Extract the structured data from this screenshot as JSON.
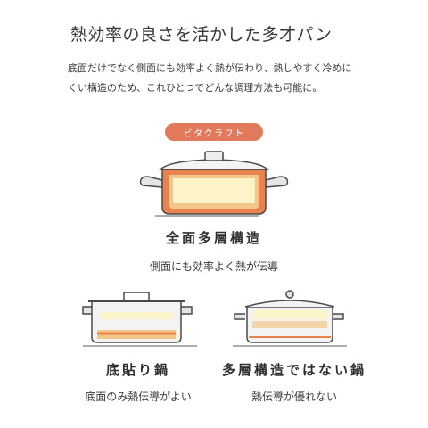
{
  "title": "熱効率の良さを活かした多才パン",
  "description": [
    "底面だけでなく側面にも効率よく熱が伝わり、熱しやすく冷めに",
    "くい構造のため、これひとつでどんな調理方法も可能に。"
  ],
  "badge": "ビタクラフト",
  "sections": {
    "full": {
      "heading": "全面多層構造",
      "caption": "側面にも効率よく熱が伝導"
    },
    "bottom": {
      "heading": "底貼り鍋",
      "caption": "底面のみ熱伝導がよい"
    },
    "non": {
      "heading": "多層構造ではない鍋",
      "caption": "熱伝導が優れない"
    }
  },
  "colors": {
    "accent": "#e2795b",
    "heat_layer": "#f2c88a",
    "cream": "#fdf3c9",
    "outline": "#4a4a4a"
  }
}
